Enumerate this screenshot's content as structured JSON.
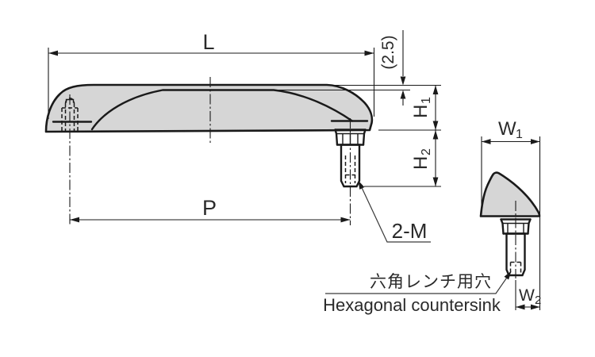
{
  "drawing": {
    "title": "pull-handle-technical-drawing",
    "views": [
      "side-elevation",
      "end-view"
    ],
    "colors": {
      "body_fill": "#d6d6d6",
      "line": "#1a1a1a",
      "text": "#2a2a2a"
    }
  },
  "labels": {
    "length": "L",
    "pitch": "P",
    "crown_ref": "(2.5)",
    "h1": {
      "main": "H",
      "sub": "1"
    },
    "h2": {
      "main": "H",
      "sub": "2"
    },
    "w1": {
      "main": "W",
      "sub": "1"
    },
    "w2": {
      "main": "W",
      "sub": "2"
    },
    "thread": "2-M",
    "note_jp": "六角レンチ用穴",
    "note_en": "Hexagonal countersink"
  }
}
